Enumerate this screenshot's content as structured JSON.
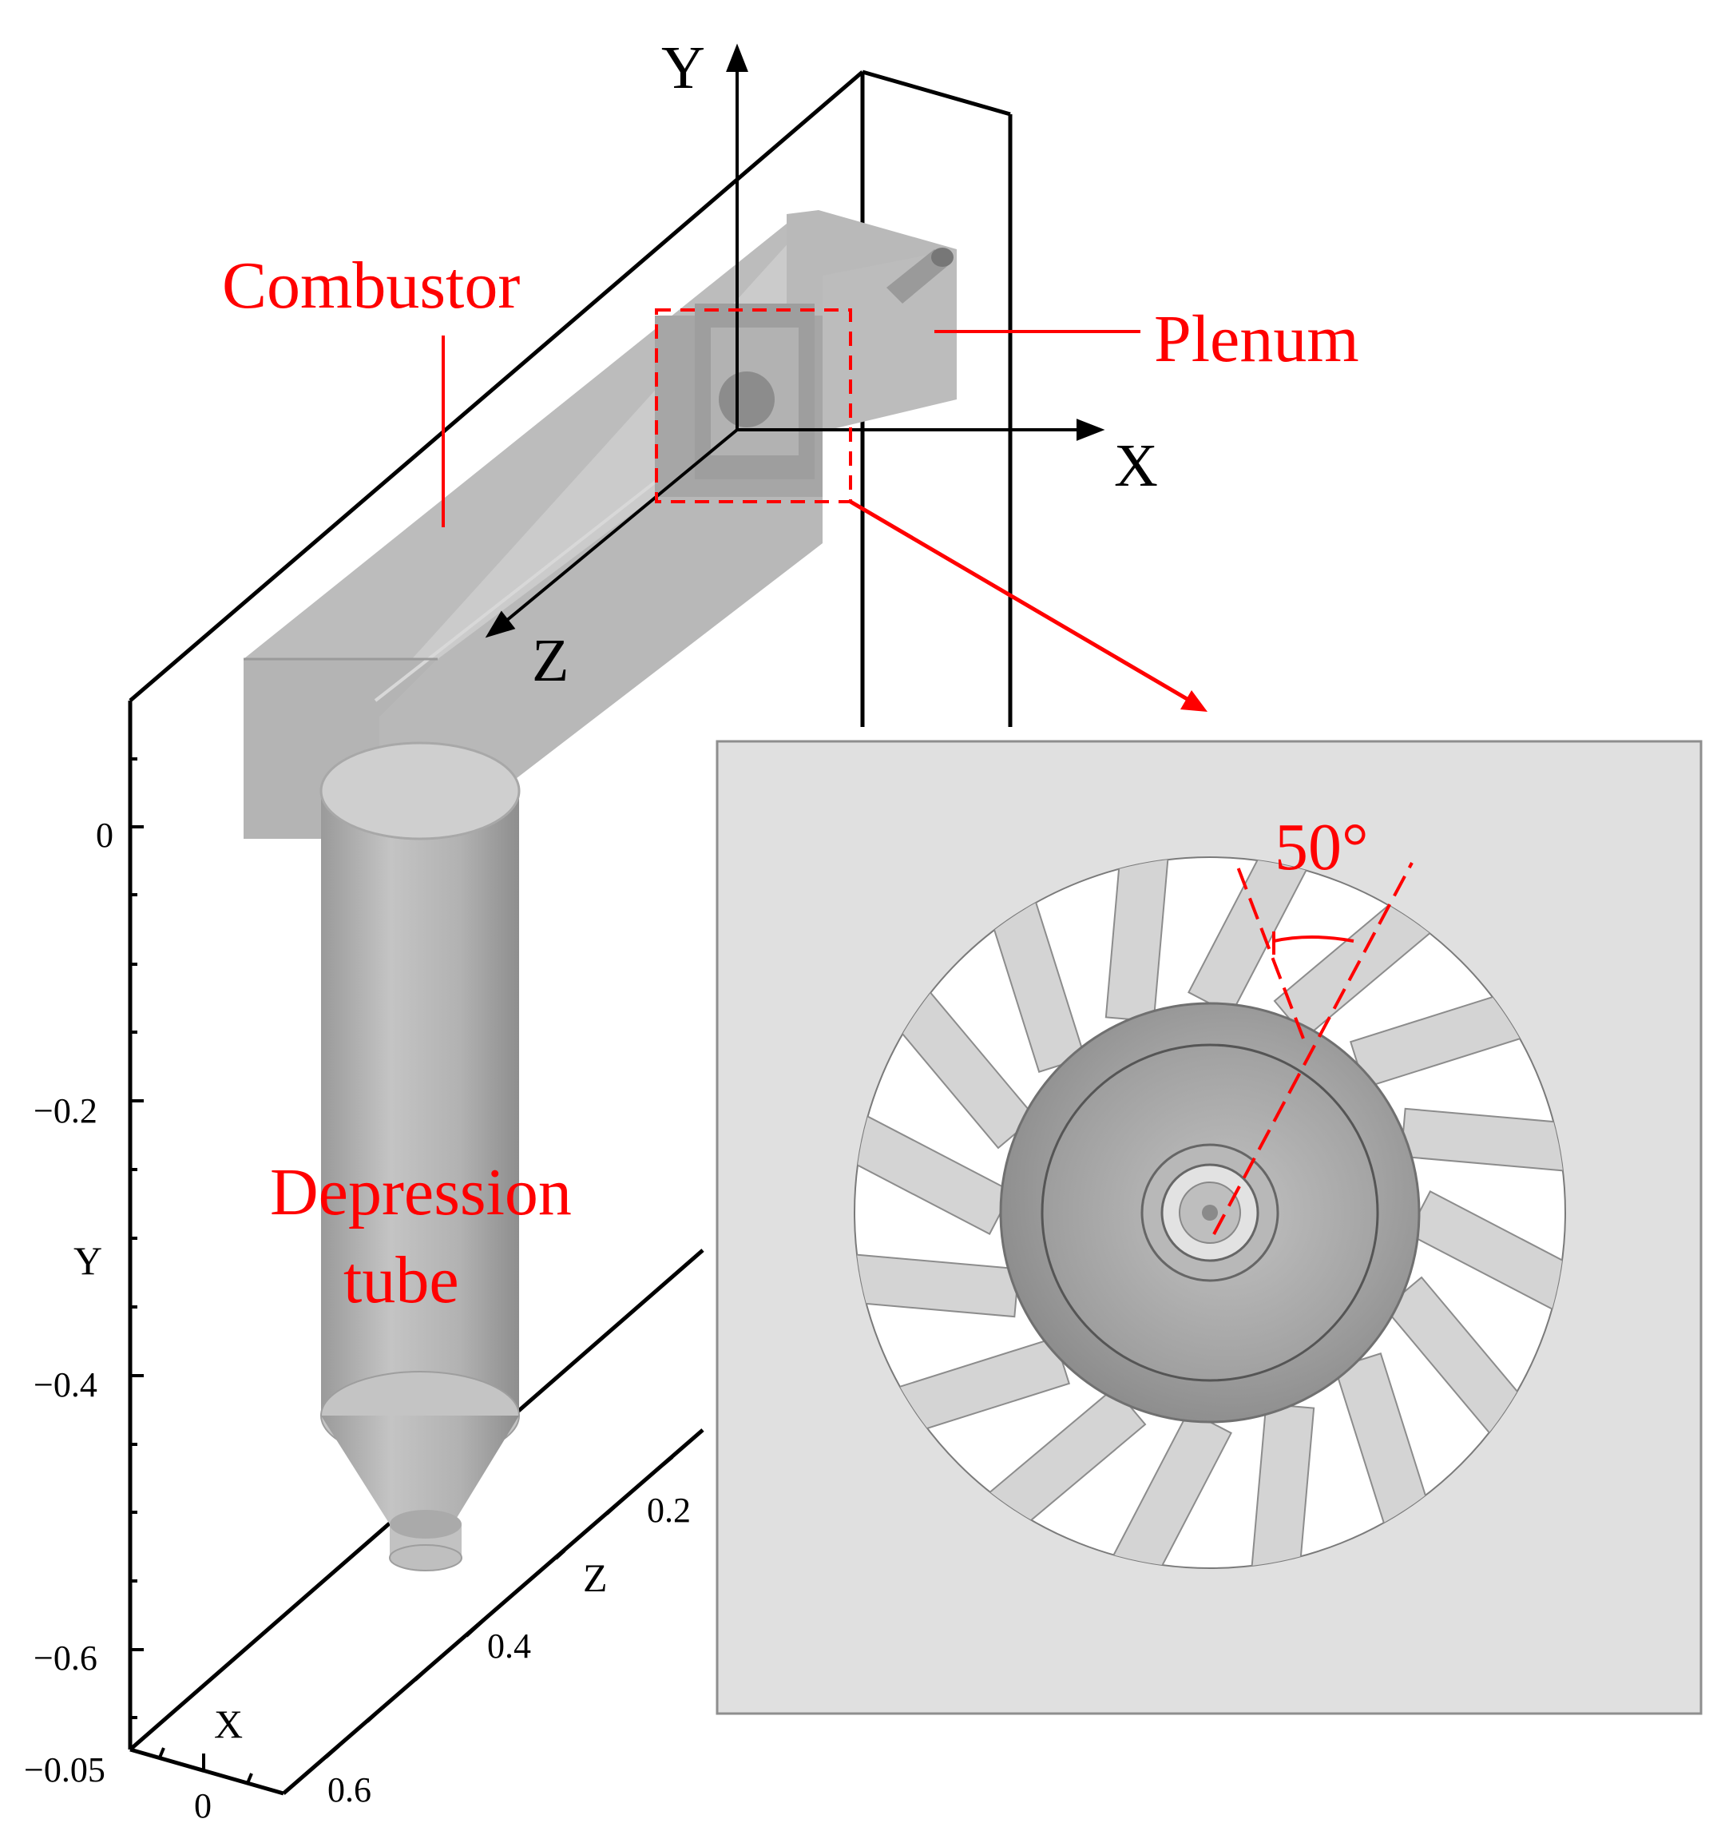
{
  "labels": {
    "combustor": "Combustor",
    "plenum": "Plenum",
    "depression_line1": "Depression",
    "depression_line2": "tube",
    "swirl_angle": "50°"
  },
  "coord_axes": {
    "x": "X",
    "y": "Y",
    "z": "Z"
  },
  "bounding_axes": {
    "y_title": "Y",
    "y_ticks": [
      "0",
      "−0.2",
      "−0.4",
      "−0.6"
    ],
    "x_title": "X",
    "x_ticks": [
      "−0.05",
      "0"
    ],
    "z_title": "Z",
    "z_ticks": [
      "0.2",
      "0.4",
      "0.6"
    ]
  },
  "colors": {
    "annotation": "#ff0000",
    "body_gray": "#a0a0a0",
    "inset_background": "#e0e0e0"
  }
}
